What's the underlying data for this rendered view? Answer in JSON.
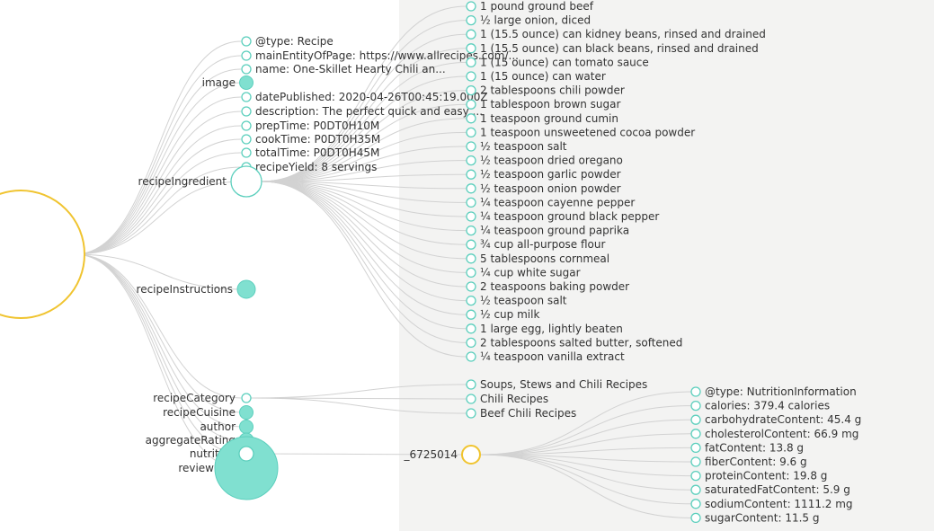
{
  "colors": {
    "teal": "#80e0d0",
    "teal_stroke": "#5ccfbd",
    "yellow": "#f0c430",
    "link": "#d2d2d2",
    "panel": "#f3f3f2",
    "text": "#333333"
  },
  "root": {
    "expanded": true
  },
  "properties": [
    {
      "label": "@type: Recipe",
      "kind": "leaf"
    },
    {
      "label": "mainEntityOfPage: https://www.allrecipes.com/...",
      "kind": "leaf"
    },
    {
      "label": "name: One-Skillet Hearty Chili an...",
      "kind": "leaf"
    },
    {
      "label": "image",
      "kind": "collapsed"
    },
    {
      "label": "datePublished: 2020-04-26T00:45:19.000Z",
      "kind": "leaf"
    },
    {
      "label": "description: The perfect quick and easy ...",
      "kind": "leaf"
    },
    {
      "label": "prepTime: P0DT0H10M",
      "kind": "leaf"
    },
    {
      "label": "cookTime: P0DT0H35M",
      "kind": "leaf"
    },
    {
      "label": "totalTime: P0DT0H45M",
      "kind": "leaf"
    },
    {
      "label": "recipeYield: 8 servings",
      "kind": "leaf"
    },
    {
      "label": "recipeIngredient",
      "kind": "expanded"
    },
    {
      "label": "recipeInstructions",
      "kind": "collapsed"
    },
    {
      "label": "recipeCategory",
      "kind": "expanded"
    },
    {
      "label": "recipeCuisine",
      "kind": "collapsed"
    },
    {
      "label": "author",
      "kind": "collapsed"
    },
    {
      "label": "aggregateRating",
      "kind": "collapsed"
    },
    {
      "label": "nutrition",
      "kind": "expanded"
    },
    {
      "label": "review",
      "kind": "collapsed"
    }
  ],
  "ingredients": [
    "1 pound ground beef",
    "½ large onion, diced",
    "1 (15.5 ounce) can kidney beans, rinsed and drained",
    "1 (15.5 ounce) can black beans, rinsed and drained",
    "1 (15 ounce) can tomato sauce",
    "1 (15 ounce) can water",
    "2 tablespoons chili powder",
    "1 tablespoon brown sugar",
    "1 teaspoon ground cumin",
    "1 teaspoon unsweetened cocoa powder",
    "½ teaspoon salt",
    "½ teaspoon dried oregano",
    "½ teaspoon garlic powder",
    "½ teaspoon onion powder",
    "¼ teaspoon cayenne pepper",
    "¼ teaspoon ground black pepper",
    "¼ teaspoon ground paprika",
    "¾ cup all-purpose flour",
    "5 tablespoons cornmeal",
    "¼ cup white sugar",
    "2 teaspoons baking powder",
    "½ teaspoon salt",
    "½ cup milk",
    "1 large egg, lightly beaten",
    "2 tablespoons salted butter, softened",
    "¼ teaspoon vanilla extract"
  ],
  "categories": [
    "Soups, Stews and Chili Recipes",
    "Chili Recipes",
    "Beef Chili Recipes"
  ],
  "nutrition_node": {
    "label": "_6725014"
  },
  "nutrition": [
    "@type: NutritionInformation",
    "calories: 379.4 calories",
    "carbohydrateContent: 45.4 g",
    "cholesterolContent: 66.9 mg",
    "fatContent: 13.8 g",
    "fiberContent: 9.6 g",
    "proteinContent: 19.8 g",
    "saturatedFatContent: 5.9 g",
    "sodiumContent: 1111.2 mg",
    "sugarContent: 11.5 g"
  ]
}
